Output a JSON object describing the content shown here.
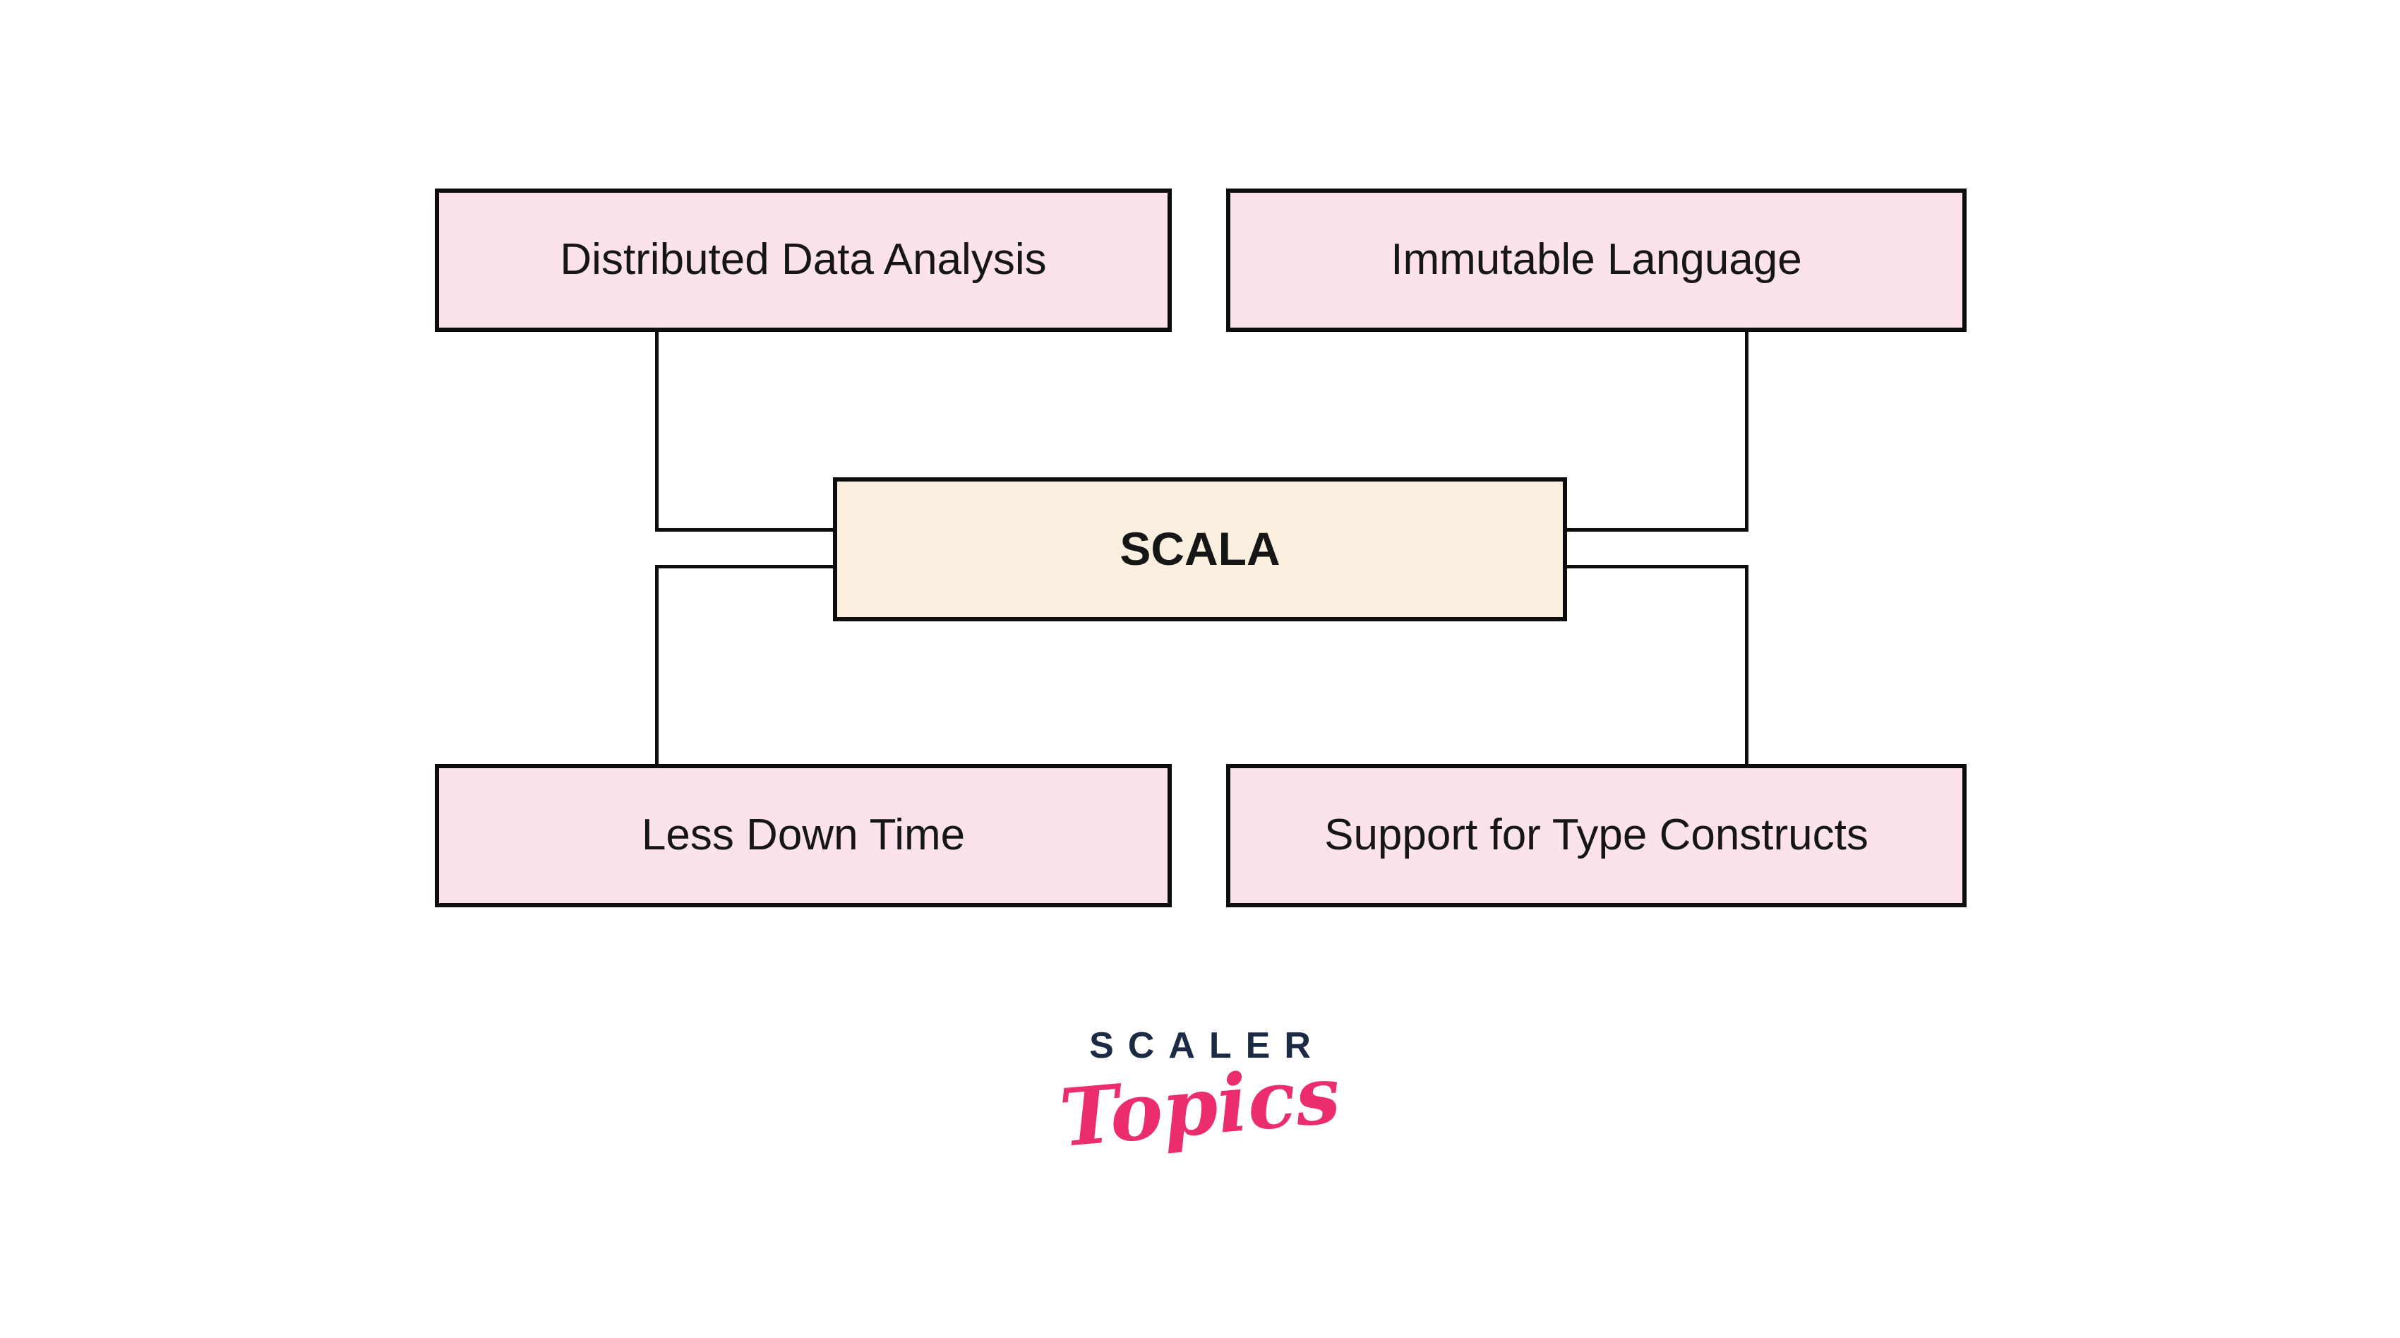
{
  "diagram": {
    "center": {
      "label": "SCALA"
    },
    "nodes": [
      {
        "label": "Distributed Data Analysis",
        "position": "top-left"
      },
      {
        "label": "Immutable Language",
        "position": "top-right"
      },
      {
        "label": "Less Down Time",
        "position": "bottom-left"
      },
      {
        "label": "Support for Type Constructs",
        "position": "bottom-right"
      }
    ]
  },
  "logo": {
    "brand": "SCALER",
    "sub": "Topics"
  },
  "colors": {
    "node_pink": "#fce3eb",
    "node_cream": "#fbf0e0",
    "line": "#0d0d0d",
    "logo_navy": "#1b2a45",
    "logo_pink": "#ec2d6d"
  }
}
